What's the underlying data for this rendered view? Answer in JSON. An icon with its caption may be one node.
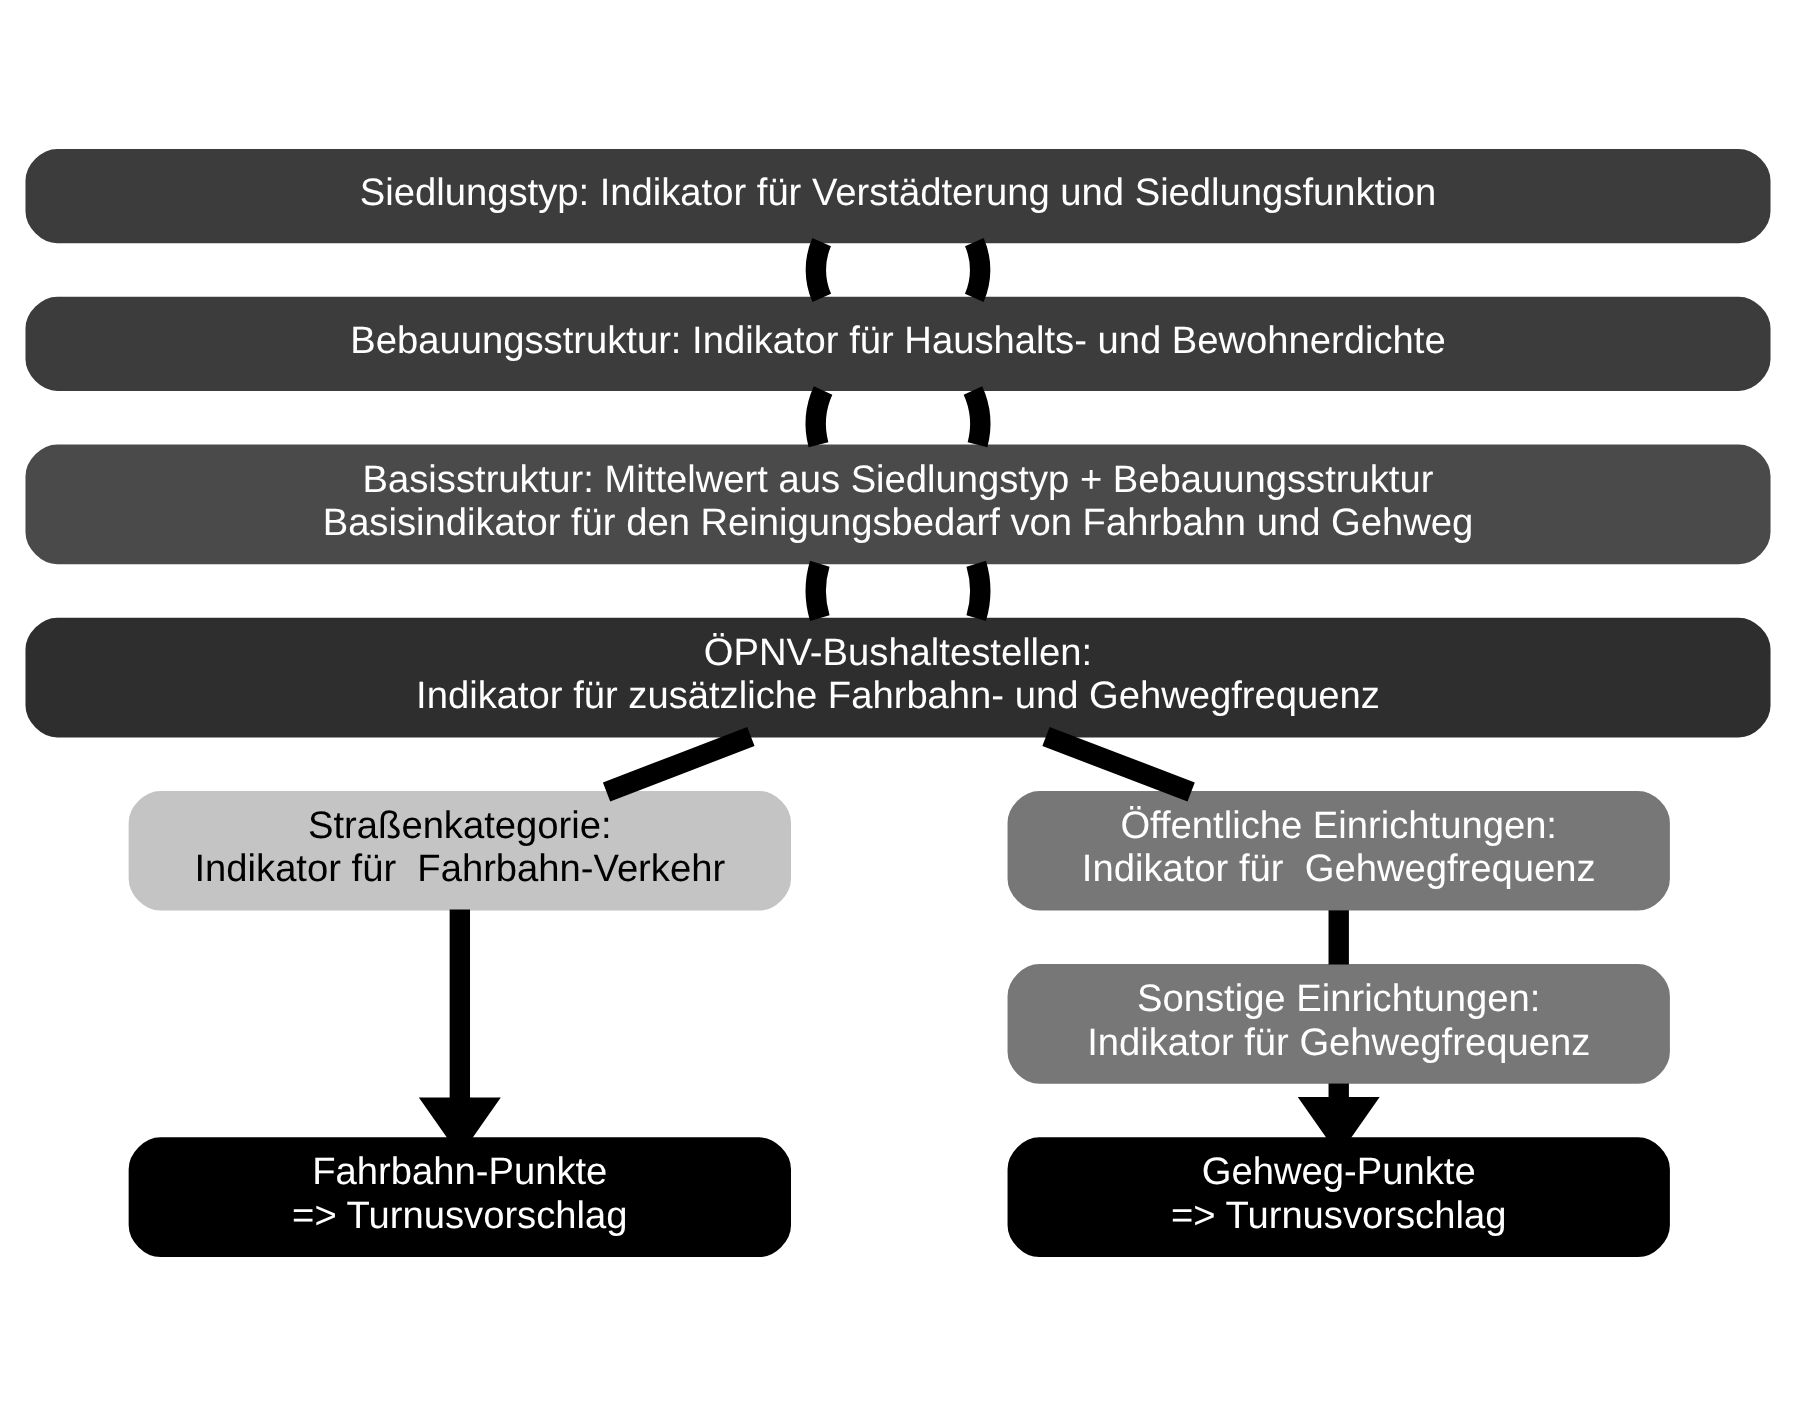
{
  "diagram": {
    "nodes": [
      {
        "text": [
          "Siedlungstyp: Indikator für Verstädterung und Siedlungsfunktion"
        ]
      },
      {
        "text": [
          "Bebauungsstruktur: Indikator für Haushalts- und Bewohnerdichte"
        ]
      },
      {
        "text": [
          "Basisstruktur: Mittelwert aus Siedlungstyp + Bebauungsstruktur",
          "Basisindikator für den Reinigungsbedarf von Fahrbahn und Gehweg"
        ]
      },
      {
        "text": [
          "ÖPNV-Bushaltestellen:",
          "Indikator für zusätzliche Fahrbahn- und Gehwegfrequenz"
        ]
      },
      {
        "text": [
          "Straßenkategorie:",
          "Indikator für  Fahrbahn-Verkehr"
        ]
      },
      {
        "text": [
          "Öffentliche Einrichtungen:",
          "Indikator für  Gehwegfrequenz"
        ]
      },
      {
        "text": [
          "Sonstige Einrichtungen:",
          "Indikator für Gehwegfrequenz"
        ]
      },
      {
        "text": [
          "Fahrbahn-Punkte",
          "=> Turnusvorschlag"
        ]
      },
      {
        "text": [
          "Gehweg-Punkte",
          "=> Turnusvorschlag"
        ]
      }
    ],
    "edges": [
      {
        "from": 0,
        "to": 1,
        "arrow": "none"
      },
      {
        "from": 0,
        "to": 1,
        "arrow": "none"
      },
      {
        "from": 1,
        "to": 2,
        "arrow": "none"
      },
      {
        "from": 1,
        "to": 2,
        "arrow": "none"
      },
      {
        "from": 2,
        "to": 3,
        "arrow": "none"
      },
      {
        "from": 2,
        "to": 3,
        "arrow": "none"
      },
      {
        "from": 3,
        "to": 4,
        "arrow": "none"
      },
      {
        "from": 3,
        "to": 5,
        "arrow": "none"
      },
      {
        "from": 5,
        "to": 6,
        "arrow": "none"
      },
      {
        "from": 4,
        "to": 7,
        "arrow": "to"
      },
      {
        "from": 6,
        "to": 8,
        "arrow": "to"
      }
    ]
  }
}
